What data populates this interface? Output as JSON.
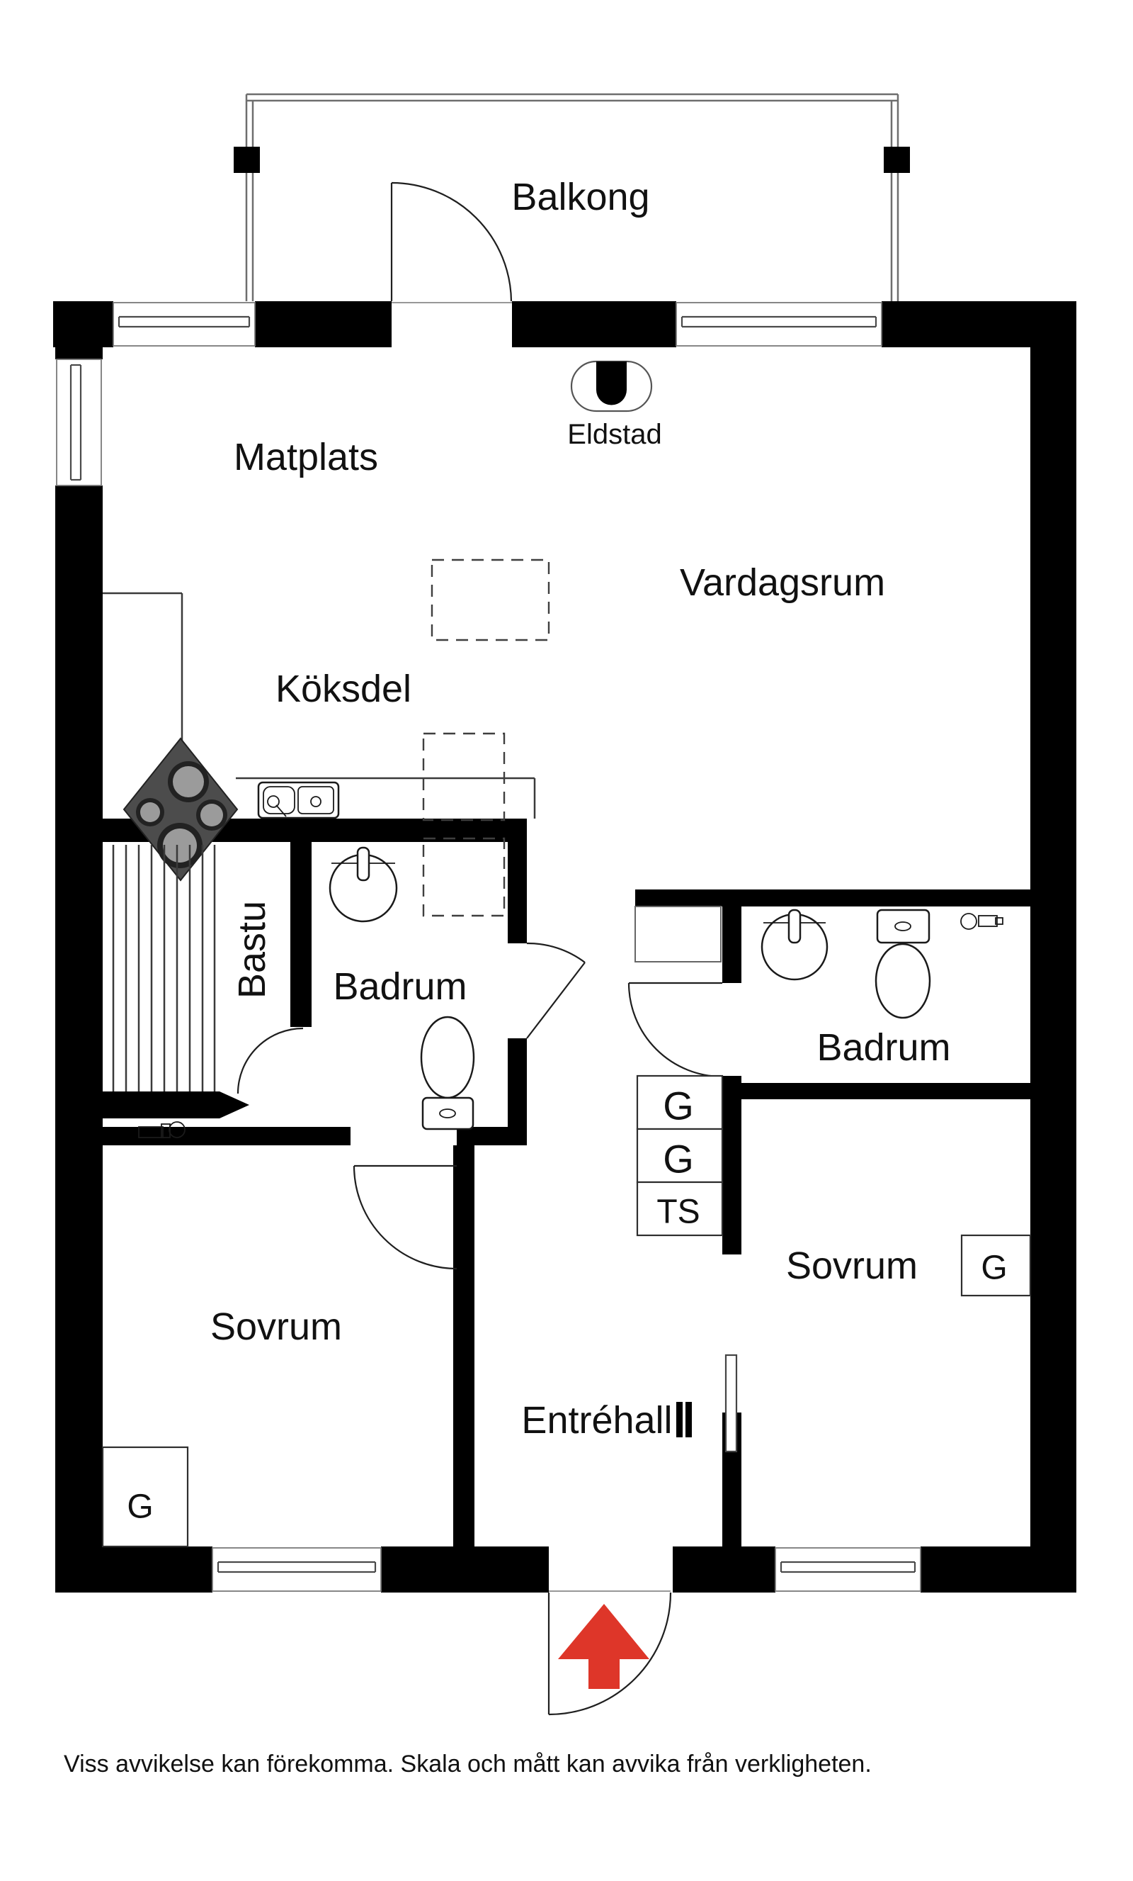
{
  "colors": {
    "wall": "#000000",
    "accent_red": "#de3629",
    "stove_body": "#4c4c4c",
    "burner_gray": "#9b9b9b"
  },
  "rooms": {
    "balcony": "Balkong",
    "fireplace": "Eldstad",
    "dining": "Matplats",
    "living": "Vardagsrum",
    "kitchen": "Köksdel",
    "sauna": "Bastu",
    "bathroom_left": "Badrum",
    "bathroom_right": "Badrum",
    "bedroom_left": "Sovrum",
    "bedroom_right": "Sovrum",
    "hall": "Entréhall"
  },
  "closets": {
    "hall_g1": "G",
    "hall_g2": "G",
    "hall_ts": "TS",
    "bedroom_left_g": "G",
    "bedroom_right_g": "G"
  },
  "footer": {
    "disclaimer": "Viss avvikelse kan förekomma. Skala och mått kan avvika från verkligheten."
  }
}
